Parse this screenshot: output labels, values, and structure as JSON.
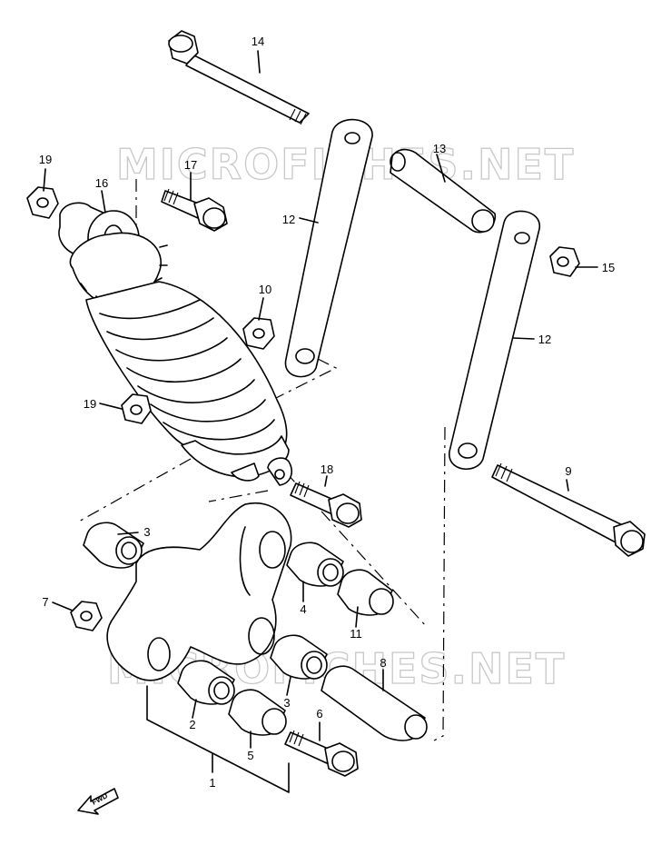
{
  "watermark": "MICROFICHES.NET",
  "fwd_label": "FWD",
  "callouts": [
    {
      "id": "c1",
      "label": "1"
    },
    {
      "id": "c2",
      "label": "2"
    },
    {
      "id": "c3a",
      "label": "3"
    },
    {
      "id": "c3b",
      "label": "3"
    },
    {
      "id": "c4",
      "label": "4"
    },
    {
      "id": "c5",
      "label": "5"
    },
    {
      "id": "c6",
      "label": "6"
    },
    {
      "id": "c7",
      "label": "7"
    },
    {
      "id": "c8",
      "label": "8"
    },
    {
      "id": "c9",
      "label": "9"
    },
    {
      "id": "c10",
      "label": "10"
    },
    {
      "id": "c11",
      "label": "11"
    },
    {
      "id": "c12a",
      "label": "12"
    },
    {
      "id": "c12b",
      "label": "12"
    },
    {
      "id": "c13",
      "label": "13"
    },
    {
      "id": "c14",
      "label": "14"
    },
    {
      "id": "c15",
      "label": "15"
    },
    {
      "id": "c16",
      "label": "16"
    },
    {
      "id": "c17",
      "label": "17"
    },
    {
      "id": "c18",
      "label": "18"
    },
    {
      "id": "c19a",
      "label": "19"
    },
    {
      "id": "c19b",
      "label": "19"
    }
  ]
}
